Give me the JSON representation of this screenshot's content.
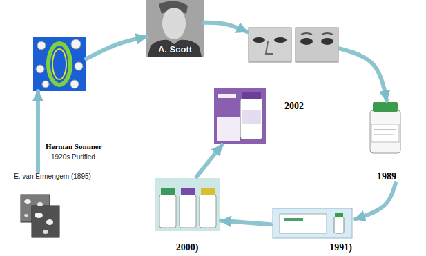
{
  "diagram": {
    "nodes": [
      {
        "text": [
          "E. van Ermengem (1895)"
        ]
      },
      {
        "text": []
      },
      {
        "text": [
          "A. Scott"
        ]
      },
      {
        "text": []
      },
      {
        "text": [
          "1989"
        ]
      },
      {
        "text": [
          "1991)"
        ]
      },
      {
        "text": [
          "2000)"
        ]
      },
      {
        "text": [
          "2002"
        ]
      }
    ],
    "edges": [
      {
        "from": 0,
        "to": 1,
        "arrow": "to"
      },
      {
        "from": 1,
        "to": 2,
        "arrow": "to"
      },
      {
        "from": 2,
        "to": 3,
        "arrow": "to"
      },
      {
        "from": 3,
        "to": 4,
        "arrow": "to"
      },
      {
        "from": 4,
        "to": 5,
        "arrow": "to"
      },
      {
        "from": 5,
        "to": 6,
        "arrow": "to"
      },
      {
        "from": 6,
        "to": 7,
        "arrow": "to"
      }
    ],
    "labels": [
      "Herman Sommer",
      "1920s Purified"
    ]
  }
}
